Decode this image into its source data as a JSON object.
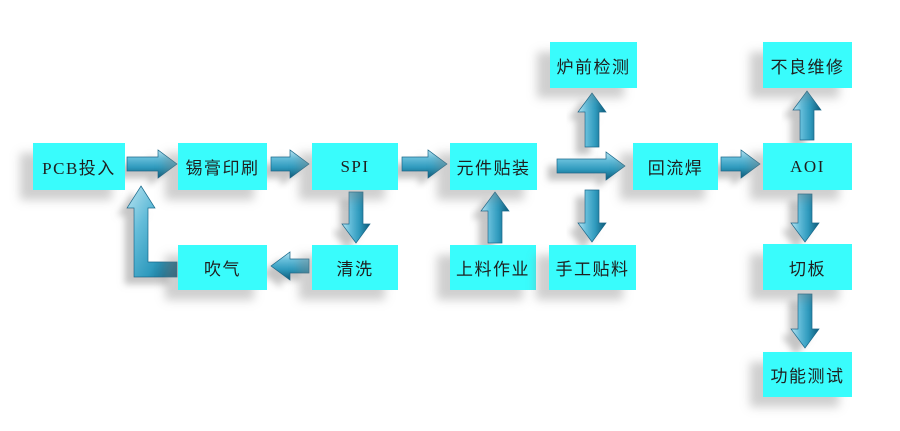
{
  "colors": {
    "background": "#FFFFFF",
    "box_fill": "#39FCFC",
    "text": "#1F1F1F",
    "arrow_light": "#BCE5F1",
    "arrow_mid1": "#63BCD9",
    "arrow_mid2": "#2F9ABD",
    "arrow_dark": "#0F5A78"
  },
  "nodes": {
    "pcb_input": {
      "label": "PCB投入"
    },
    "solder_paste_printing": {
      "label": "锡膏印刷"
    },
    "spi": {
      "label": "SPI"
    },
    "component_placement": {
      "label": "元件贴装"
    },
    "reflow_soldering": {
      "label": "回流焊"
    },
    "aoi": {
      "label": "AOI"
    },
    "pre_reflow_inspection": {
      "label": "炉前检测"
    },
    "defect_repair": {
      "label": "不良维修"
    },
    "air_blowing": {
      "label": "吹气"
    },
    "cleaning": {
      "label": "清洗"
    },
    "material_loading": {
      "label": "上料作业"
    },
    "manual_placement": {
      "label": "手工贴料"
    },
    "board_cutting": {
      "label": "切板"
    },
    "function_test": {
      "label": "功能测试"
    }
  },
  "edges": [
    {
      "from": "pcb_input",
      "to": "solder_paste_printing",
      "direction": "right"
    },
    {
      "from": "solder_paste_printing",
      "to": "spi",
      "direction": "right"
    },
    {
      "from": "spi",
      "to": "component_placement",
      "direction": "right"
    },
    {
      "from": "component_placement",
      "to": "reflow_soldering",
      "direction": "right"
    },
    {
      "from": "junction_between_placement_and_reflow",
      "to": "pre_reflow_inspection",
      "direction": "up"
    },
    {
      "from": "junction_between_placement_and_reflow",
      "to": "manual_placement",
      "direction": "down"
    },
    {
      "from": "reflow_soldering",
      "to": "aoi",
      "direction": "right"
    },
    {
      "from": "aoi",
      "to": "defect_repair",
      "direction": "up"
    },
    {
      "from": "aoi",
      "to": "board_cutting",
      "direction": "down"
    },
    {
      "from": "board_cutting",
      "to": "function_test",
      "direction": "down"
    },
    {
      "from": "spi",
      "to": "cleaning",
      "direction": "down"
    },
    {
      "from": "cleaning",
      "to": "air_blowing",
      "direction": "left"
    },
    {
      "from": "material_loading",
      "to": "component_placement",
      "direction": "up"
    },
    {
      "from": "air_blowing",
      "to": "main_line_before_solder_paste_printing",
      "direction": "left-then-up"
    }
  ]
}
